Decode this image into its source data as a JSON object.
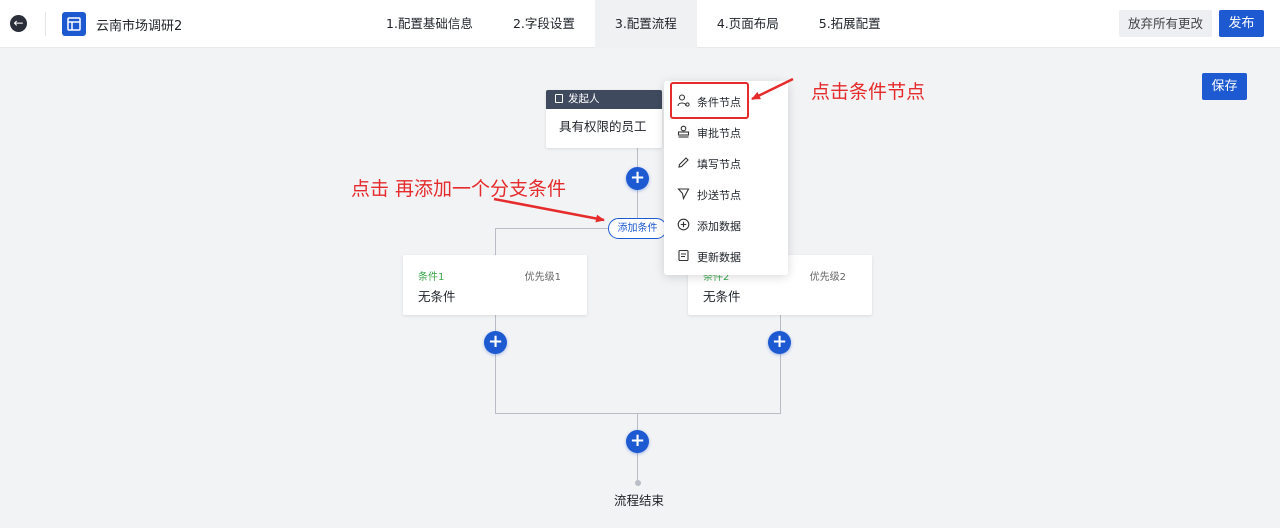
{
  "header": {
    "app_name": "云南市场调研2",
    "steps": [
      {
        "label": "1.配置基础信息",
        "active": false
      },
      {
        "label": "2.字段设置",
        "active": false
      },
      {
        "label": "3.配置流程",
        "active": true
      },
      {
        "label": "4.页面布局",
        "active": false
      },
      {
        "label": "5.拓展配置",
        "active": false
      }
    ],
    "discard_label": "放弃所有更改",
    "publish_label": "发布"
  },
  "save_label": "保存",
  "flow": {
    "start_node": {
      "title": "发起人",
      "body": "具有权限的员工"
    },
    "add_condition_label": "添加条件",
    "conditions": [
      {
        "title": "条件1",
        "priority": "优先级1",
        "body": "无条件"
      },
      {
        "title": "条件2",
        "priority": "优先级2",
        "body": "无条件"
      }
    ],
    "end_label": "流程结束"
  },
  "menu": {
    "items": [
      {
        "label": "条件节点",
        "icon": "condition-node-icon"
      },
      {
        "label": "审批节点",
        "icon": "approval-stamp-icon"
      },
      {
        "label": "填写节点",
        "icon": "pencil-icon"
      },
      {
        "label": "抄送节点",
        "icon": "send-icon"
      },
      {
        "label": "添加数据",
        "icon": "plus-circle-icon"
      },
      {
        "label": "更新数据",
        "icon": "document-icon"
      }
    ]
  },
  "annotations": {
    "click_condition_node": "点击条件节点",
    "click_add_branch": "点击 再添加一个分支条件"
  },
  "colors": {
    "primary": "#1d59d1",
    "annotation_red": "#e52b2b",
    "condition_green": "#3aa64b"
  }
}
